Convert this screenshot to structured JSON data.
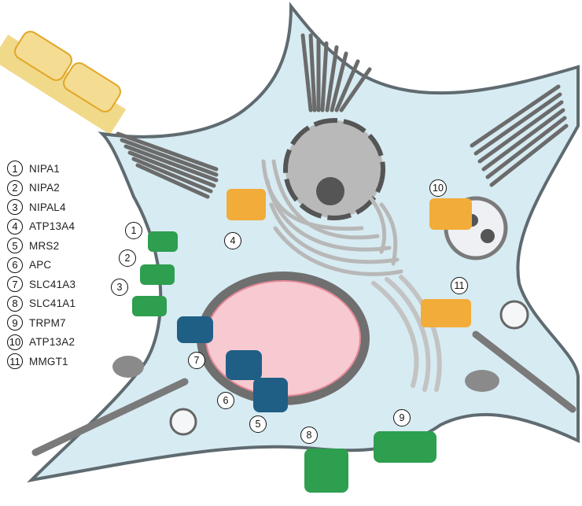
{
  "legend": {
    "items": [
      {
        "num": "1",
        "label": "NIPA1"
      },
      {
        "num": "2",
        "label": "NIPA2"
      },
      {
        "num": "3",
        "label": "NIPAL4"
      },
      {
        "num": "4",
        "label": "ATP13A4"
      },
      {
        "num": "5",
        "label": "MRS2"
      },
      {
        "num": "6",
        "label": "APC"
      },
      {
        "num": "7",
        "label": "SLC41A3"
      },
      {
        "num": "8",
        "label": "SLC41A1"
      },
      {
        "num": "9",
        "label": "TRPM7"
      },
      {
        "num": "10",
        "label": "ATP13A2"
      },
      {
        "num": "11",
        "label": "MMGT1"
      }
    ]
  },
  "callouts": {
    "c1": "1",
    "c2": "2",
    "c3": "3",
    "c4": "4",
    "c5": "5",
    "c6": "6",
    "c7": "7",
    "c8": "8",
    "c9": "9",
    "c10": "10",
    "c11": "11"
  },
  "colors": {
    "cytoplasm": "#d7ebf2",
    "membrane": "#5f6b70",
    "nucleus": "#a9a9a9",
    "er": "#b5b5b5",
    "mitochondria_outer": "#6f6f6f",
    "mitochondria_inner": "#f7c9d0",
    "green_channel": "#2e9e4f",
    "blue_channel": "#1f5f86",
    "orange_channel": "#f2ac3a",
    "axon": "#f1d98a"
  }
}
